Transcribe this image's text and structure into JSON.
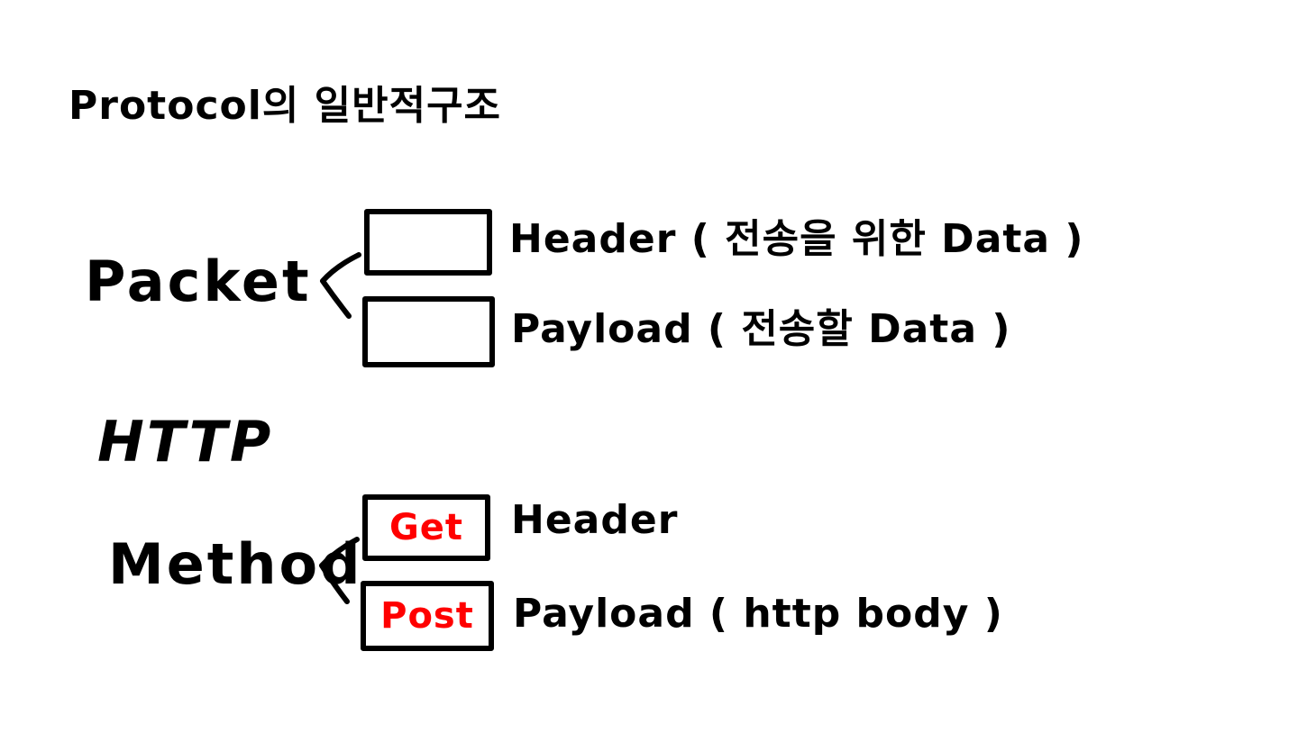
{
  "title": "Protocol의 일반적구조",
  "packet": {
    "label": "Packet",
    "header_text": "Header ( 전송을 위한  Data )",
    "payload_text": "Payload ( 전송할 Data )"
  },
  "http": {
    "label": "HTTP"
  },
  "method": {
    "label": "Method",
    "get": "Get",
    "post": "Post",
    "header_text": "Header",
    "payload_text": "Payload ( http body )",
    "highlight_color": "#ff0000"
  }
}
